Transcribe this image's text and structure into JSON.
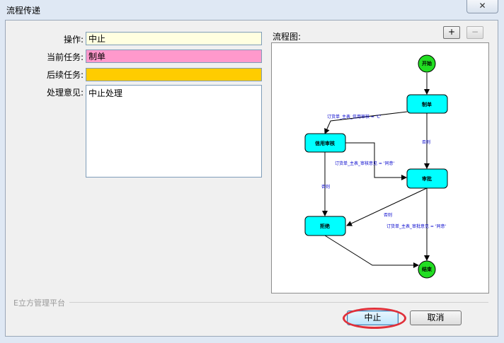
{
  "window": {
    "title": "流程传递",
    "close_glyph": "✕"
  },
  "form": {
    "operation_label": "操作:",
    "operation_value": "中止",
    "current_task_label": "当前任务:",
    "current_task_value": "制单",
    "next_task_label": "后续任务:",
    "next_task_value": "",
    "opinion_label": "处理意见:",
    "opinion_value": "中止处理"
  },
  "colors": {
    "operation_bg": "#ffffe0",
    "current_task_bg": "#ff99cc",
    "next_task_bg": "#ffcc00",
    "node_circle": "#22dd22",
    "node_rect": "#00ffff",
    "edge_label": "#0000cc",
    "highlight": "#e0303a"
  },
  "flow": {
    "label": "流程图:",
    "zoom_in": "+",
    "zoom_out": "−",
    "nodes": {
      "start": "开始",
      "draft": "制单",
      "credit_review": "信用审核",
      "approve": "审批",
      "reject": "拒绝",
      "end": "结束"
    },
    "edges": {
      "draft_to_credit": "订货单_主表_信用审核 = 'C'",
      "draft_to_approve": "否则",
      "credit_to_approve": "订货单_主表_审核意见 = '同意'",
      "credit_to_reject": "否则",
      "approve_to_reject": "否则",
      "approve_to_end": "订货单_主表_审批意见 = '同意'"
    }
  },
  "footer": {
    "group_label": "E立方管理平台",
    "stop_button": "中止",
    "cancel_button": "取消"
  }
}
